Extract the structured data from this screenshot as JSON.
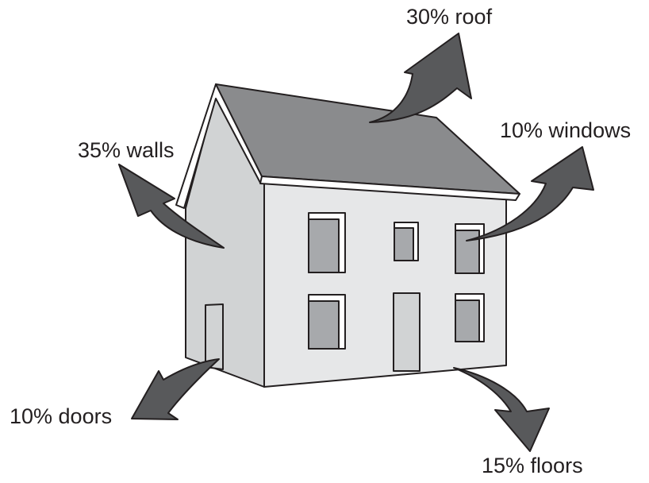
{
  "labels": {
    "roof": "30% roof",
    "windows": "10% windows",
    "walls": "35% walls",
    "doors": "10% doors",
    "floors": "15% floors"
  },
  "colors": {
    "roof": "#8a8b8d",
    "front_wall": "#e6e7e8",
    "side_wall": "#d1d3d4",
    "window_glass": "#a7a9ac",
    "door": "#d1d3d4",
    "arrow": "#58595b",
    "outline": "#231f20",
    "text": "#231f20"
  },
  "icons": {
    "house": "house-illustration",
    "arrows": "heat-loss-arrow"
  }
}
